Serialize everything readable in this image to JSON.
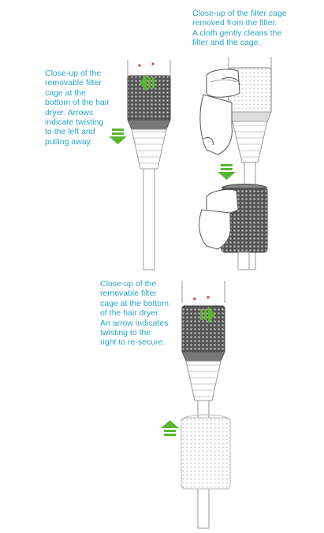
{
  "captions": {
    "removal": "Close-up of the\nremovable filter\ncage at the\nbottom of the hair\ndryer. Arrows\nindicate twisting\nto the left and\npulling away.",
    "cleaning": "Close-up of the filter cage\nremoved from the filter.\nA cloth gently cleans the\nfilter and the cage.",
    "resecure": "Close-up of the\nremovable filter\ncage at the bottom\nof the hair dryer.\nAn arrow indicates\ntwisting to the\nright to re-secure."
  },
  "colors": {
    "caption": "#2aa6c9",
    "arrow": "#5cb531",
    "cage": "#6b6b6b",
    "line": "#9a9a9a",
    "dot": "#e0322b"
  },
  "icons": [
    "twist-left-arrow-icon",
    "pull-down-arrow-icon",
    "twist-right-arrow-icon",
    "push-up-arrow-icon"
  ]
}
